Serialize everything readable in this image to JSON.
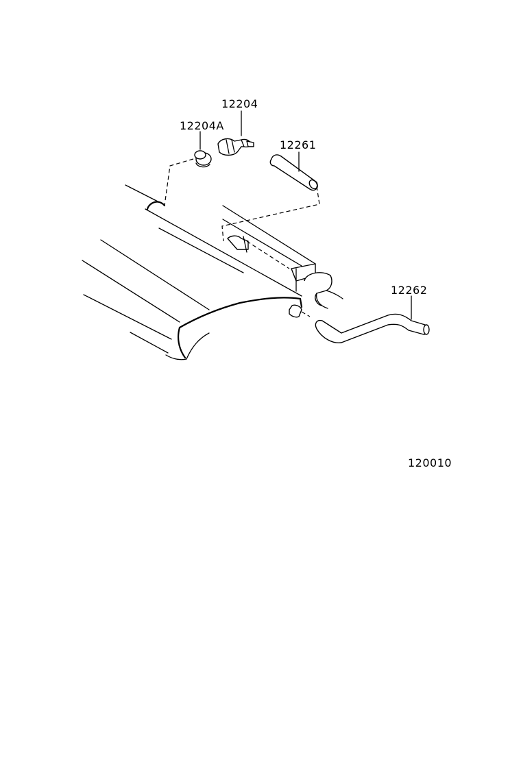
{
  "diagram": {
    "parts": [
      {
        "id": "pcv-valve",
        "number": "12204"
      },
      {
        "id": "grommet",
        "number": "12204A"
      },
      {
        "id": "ventilation-hose-1",
        "number": "12261"
      },
      {
        "id": "ventilation-hose-2",
        "number": "12262"
      }
    ],
    "figure_code": "120010"
  }
}
